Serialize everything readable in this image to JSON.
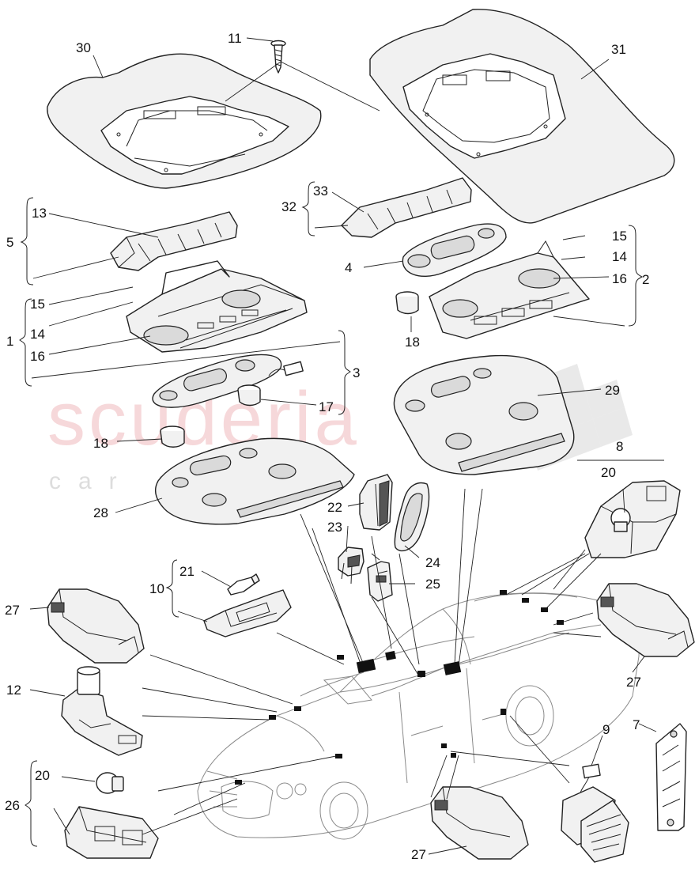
{
  "watermark": {
    "brand": "scuderia",
    "tagline": "car parts"
  },
  "callouts": [
    {
      "id": "c30",
      "label": "30"
    },
    {
      "id": "c11",
      "label": "11"
    },
    {
      "id": "c31",
      "label": "31"
    },
    {
      "id": "c13",
      "label": "13"
    },
    {
      "id": "c5",
      "label": "5"
    },
    {
      "id": "c33",
      "label": "33"
    },
    {
      "id": "c32",
      "label": "32"
    },
    {
      "id": "c15a",
      "label": "15"
    },
    {
      "id": "c15b",
      "label": "15"
    },
    {
      "id": "c14a",
      "label": "14"
    },
    {
      "id": "c14b",
      "label": "14"
    },
    {
      "id": "c4",
      "label": "4"
    },
    {
      "id": "c16a",
      "label": "16"
    },
    {
      "id": "c16b",
      "label": "16"
    },
    {
      "id": "c2",
      "label": "2"
    },
    {
      "id": "c1",
      "label": "1"
    },
    {
      "id": "c18a",
      "label": "18"
    },
    {
      "id": "c18b",
      "label": "18"
    },
    {
      "id": "c3",
      "label": "3"
    },
    {
      "id": "c17",
      "label": "17"
    },
    {
      "id": "c29",
      "label": "29"
    },
    {
      "id": "c8",
      "label": "8"
    },
    {
      "id": "c20a",
      "label": "20"
    },
    {
      "id": "c20b",
      "label": "20"
    },
    {
      "id": "c28",
      "label": "28"
    },
    {
      "id": "c22",
      "label": "22"
    },
    {
      "id": "c23",
      "label": "23"
    },
    {
      "id": "c24",
      "label": "24"
    },
    {
      "id": "c25",
      "label": "25"
    },
    {
      "id": "c21",
      "label": "21"
    },
    {
      "id": "c10",
      "label": "10"
    },
    {
      "id": "c27a",
      "label": "27"
    },
    {
      "id": "c27b",
      "label": "27"
    },
    {
      "id": "c27c",
      "label": "27"
    },
    {
      "id": "c12",
      "label": "12"
    },
    {
      "id": "c9",
      "label": "9"
    },
    {
      "id": "c7",
      "label": "7"
    },
    {
      "id": "c26",
      "label": "26"
    }
  ]
}
